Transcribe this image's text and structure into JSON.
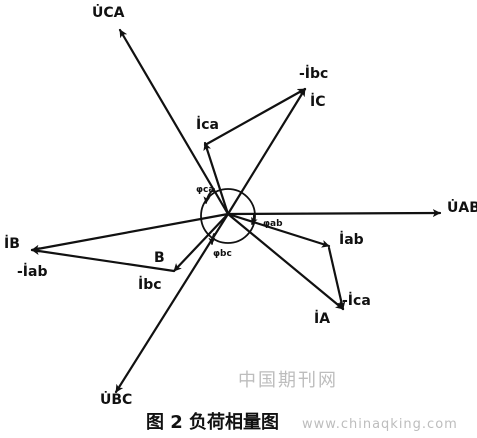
{
  "diagram": {
    "labels": {
      "u_ca": "U̇CA",
      "u_ab": "U̇AB",
      "u_bc": "U̇BC",
      "i_c": "İC",
      "minus_i_bc_top": "-İbc",
      "i_ca": "İca",
      "i_ab": "İab",
      "minus_i_ca": "-İca",
      "i_a": "İA",
      "i_b": "İB",
      "minus_i_ab": "-İab",
      "i_bc": "İbc",
      "point_b": "B",
      "phi_ca": "φca",
      "phi_ab": "φab",
      "phi_bc": "φbc"
    }
  },
  "watermark": {
    "text": "中国期刊网",
    "url": "www.chinaqking.com"
  },
  "caption": {
    "text": "图 2 负荷相量图"
  }
}
